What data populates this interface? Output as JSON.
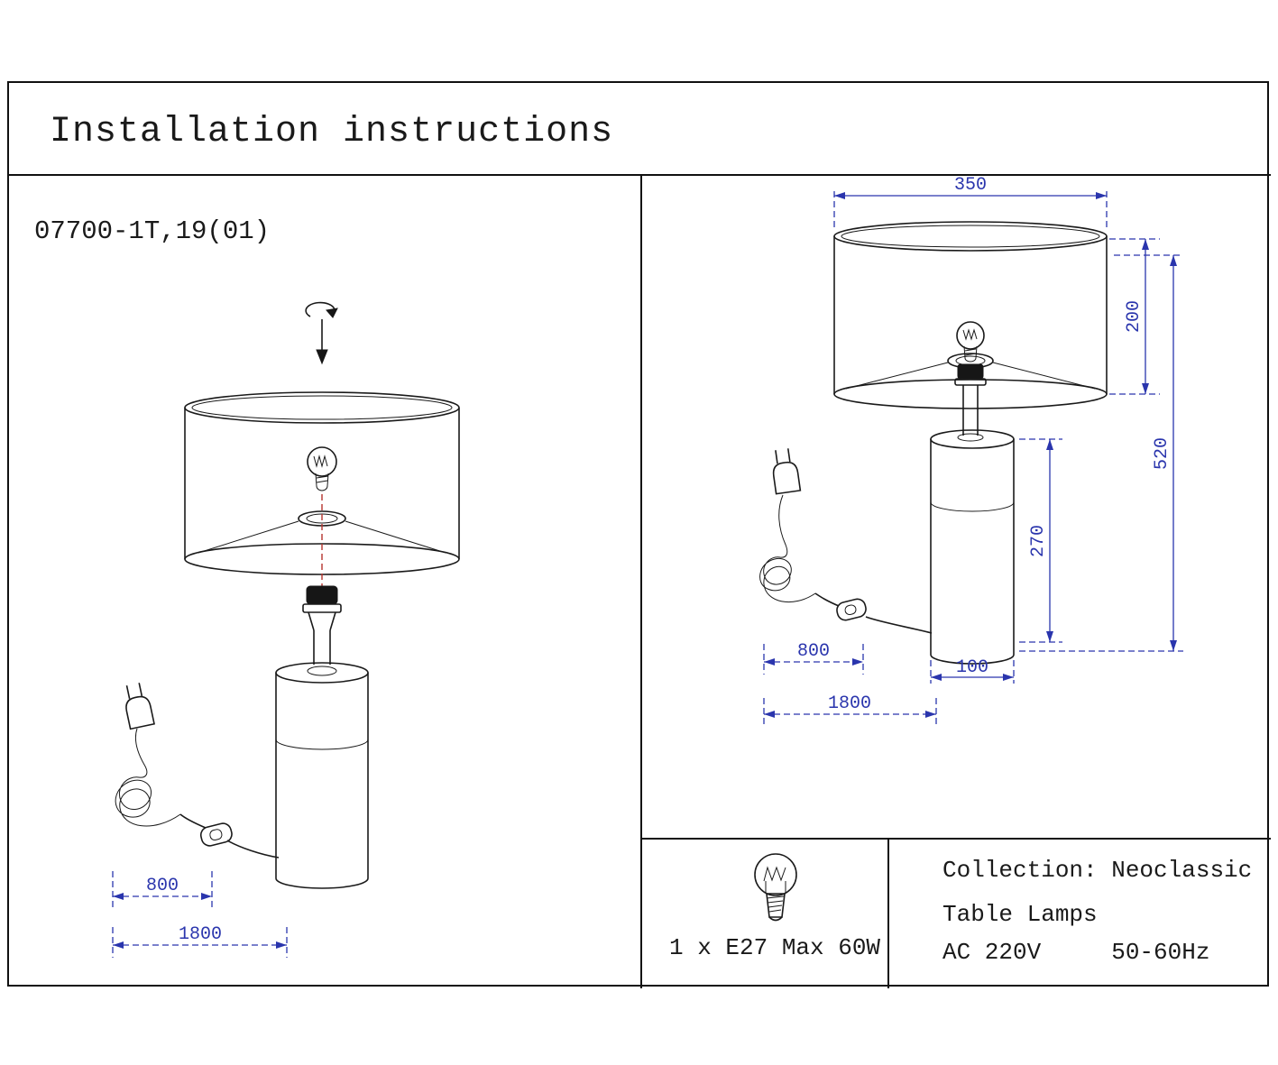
{
  "title": "Installation instructions",
  "left_panel": {
    "model": "07700-1T,19(01)",
    "dims": {
      "cord_to_switch": "800",
      "cord_total": "1800"
    }
  },
  "right_panel": {
    "dims": {
      "shade_diameter": "350",
      "shade_height": "200",
      "total_height": "520",
      "base_height": "270",
      "base_diameter": "100",
      "cord_to_switch": "800",
      "cord_total": "1800"
    }
  },
  "specs": {
    "bulb": "1 x E27 Max 60W",
    "collection": "Collection: Neoclassic",
    "category": "Table Lamps",
    "power": "AC 220V     50-60Hz"
  },
  "colors": {
    "line": "#1a1a1a",
    "dimension_blue": "#2a35ad",
    "centerline_red": "#b5342e"
  }
}
